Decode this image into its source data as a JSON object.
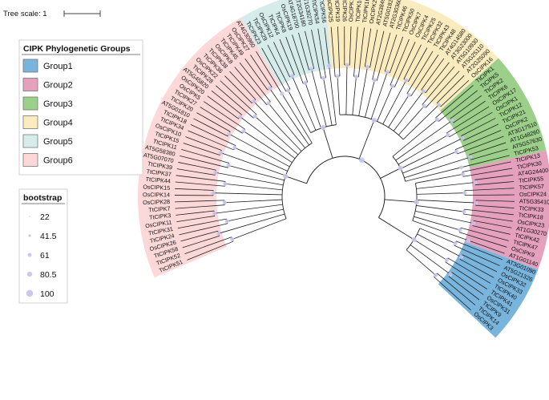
{
  "tree_scale": {
    "label": "Tree scale: 1"
  },
  "legend": {
    "title": "CIPK Phylogenetic Groups",
    "groups": [
      {
        "label": "Group1",
        "color": "#78b4dc"
      },
      {
        "label": "Group2",
        "color": "#e4a0bc"
      },
      {
        "label": "Group3",
        "color": "#9cd08a"
      },
      {
        "label": "Group4",
        "color": "#fbecc0"
      },
      {
        "label": "Group5",
        "color": "#d6ecea"
      },
      {
        "label": "Group6",
        "color": "#fcd8d8"
      }
    ]
  },
  "bootstrap": {
    "title": "bootstrap",
    "values": [
      "22",
      "41.5",
      "61",
      "80.5",
      "100"
    ],
    "node_color": "#c8c8f0"
  },
  "tips": [
    {
      "label": "TtCIPK51",
      "group": "Group6"
    },
    {
      "label": "TtCIPK52",
      "group": "Group6"
    },
    {
      "label": "TtCIPK58",
      "group": "Group6"
    },
    {
      "label": "OsCIPK26",
      "group": "Group6"
    },
    {
      "label": "TtCIPK24",
      "group": "Group6"
    },
    {
      "label": "TtCIPK31",
      "group": "Group6"
    },
    {
      "label": "OsCIPK11",
      "group": "Group6"
    },
    {
      "label": "TtCIPK3",
      "group": "Group6"
    },
    {
      "label": "TtCIPK7",
      "group": "Group6"
    },
    {
      "label": "OsCIPK28",
      "group": "Group6"
    },
    {
      "label": "OsCIPK14",
      "group": "Group6"
    },
    {
      "label": "OsCIPK15",
      "group": "Group6"
    },
    {
      "label": "TtCIPK44",
      "group": "Group6"
    },
    {
      "label": "TtCIPK37",
      "group": "Group6"
    },
    {
      "label": "TtCIPK39",
      "group": "Group6"
    },
    {
      "label": "AT5G07070",
      "group": "Group6"
    },
    {
      "label": "AT5G58380",
      "group": "Group6"
    },
    {
      "label": "TtCIPK11",
      "group": "Group6"
    },
    {
      "label": "TtCIPK15",
      "group": "Group6"
    },
    {
      "label": "OsCIPK10",
      "group": "Group6"
    },
    {
      "label": "TtCIPK34",
      "group": "Group6"
    },
    {
      "label": "TtCIPK18",
      "group": "Group6"
    },
    {
      "label": "AT5G01810",
      "group": "Group6"
    },
    {
      "label": "TtCIPK20",
      "group": "Group6"
    },
    {
      "label": "TtCIPK27",
      "group": "Group6"
    },
    {
      "label": "OsCIPK5",
      "group": "Group6"
    },
    {
      "label": "OsCIPK20",
      "group": "Group6"
    },
    {
      "label": "AT5G45820",
      "group": "Group6"
    },
    {
      "label": "TtCIPK28",
      "group": "Group6"
    },
    {
      "label": "OsCIPK22",
      "group": "Group6"
    },
    {
      "label": "TtCIPK36",
      "group": "Group6"
    },
    {
      "label": "TtCIPK38",
      "group": "Group6"
    },
    {
      "label": "OsCIPK8",
      "group": "Group6"
    },
    {
      "label": "TtCIPK45",
      "group": "Group6"
    },
    {
      "label": "TtCIPK49",
      "group": "Group6"
    },
    {
      "label": "OsCIPK27",
      "group": "Group6"
    },
    {
      "label": "AT4G30960",
      "group": "Group6"
    },
    {
      "label": "TtCIPK23",
      "group": "Group5"
    },
    {
      "label": "TtCIPK29",
      "group": "Group5"
    },
    {
      "label": "OsCIPK12",
      "group": "Group5"
    },
    {
      "label": "TtCIPK4",
      "group": "Group5"
    },
    {
      "label": "TtCIPK8",
      "group": "Group5"
    },
    {
      "label": "OsCIPK19",
      "group": "Group5"
    },
    {
      "label": "AT4G18700",
      "group": "Group5"
    },
    {
      "label": "AT2G34180",
      "group": "Group5"
    },
    {
      "label": "AT1G30270",
      "group": "Group5"
    },
    {
      "label": "TtCIPK54",
      "group": "Group5"
    },
    {
      "label": "TtCIPK56",
      "group": "Group5"
    },
    {
      "label": "OsCIPK25",
      "group": "Group4"
    },
    {
      "label": "TtCIPK19",
      "group": "Group4"
    },
    {
      "label": "TtCIPK26",
      "group": "Group4"
    },
    {
      "label": "OsCIPK13",
      "group": "Group4"
    },
    {
      "label": "TtCIPK10",
      "group": "Group4"
    },
    {
      "label": "TtCIPK16",
      "group": "Group4"
    },
    {
      "label": "OsCIPK29",
      "group": "Group4"
    },
    {
      "label": "AT2G38490",
      "group": "Group4"
    },
    {
      "label": "AT5G01820",
      "group": "Group4"
    },
    {
      "label": "AT2G30360",
      "group": "Group4"
    },
    {
      "label": "TtCIPK46",
      "group": "Group4"
    },
    {
      "label": "TtCIPK50",
      "group": "Group4"
    },
    {
      "label": "OsCIPK7",
      "group": "Group4"
    },
    {
      "label": "OsCIPK4",
      "group": "Group4"
    },
    {
      "label": "TtCIPK25",
      "group": "Group4"
    },
    {
      "label": "TtCIPK32",
      "group": "Group4"
    },
    {
      "label": "TtCIPK43",
      "group": "Group4"
    },
    {
      "label": "TtCIPK48",
      "group": "Group4"
    },
    {
      "label": "AT4G14580",
      "group": "Group4"
    },
    {
      "label": "AT3G23000",
      "group": "Group4"
    },
    {
      "label": "AT5G10930",
      "group": "Group4"
    },
    {
      "label": "AT5G25110",
      "group": "Group4"
    },
    {
      "label": "AT2G25090",
      "group": "Group4"
    },
    {
      "label": "OsCIPK16",
      "group": "Group4"
    },
    {
      "label": "TtCIPK1",
      "group": "Group3"
    },
    {
      "label": "TtCIPK5",
      "group": "Group3"
    },
    {
      "label": "TtCIPK2",
      "group": "Group3"
    },
    {
      "label": "TtCIPK6",
      "group": "Group3"
    },
    {
      "label": "OsCIPK17",
      "group": "Group3"
    },
    {
      "label": "OsCIPK1",
      "group": "Group3"
    },
    {
      "label": "TtCIPK12",
      "group": "Group3"
    },
    {
      "label": "TtCIPK21",
      "group": "Group3"
    },
    {
      "label": "OsCIPK2",
      "group": "Group3"
    },
    {
      "label": "AT3G17510",
      "group": "Group3"
    },
    {
      "label": "AT1G48260",
      "group": "Group3"
    },
    {
      "label": "AT5G57630",
      "group": "Group3"
    },
    {
      "label": "TtCIPK53",
      "group": "Group3"
    },
    {
      "label": "TtCIPK13",
      "group": "Group2"
    },
    {
      "label": "TtCIPK30",
      "group": "Group2"
    },
    {
      "label": "AT4G24400",
      "group": "Group2"
    },
    {
      "label": "TtCIPK55",
      "group": "Group2"
    },
    {
      "label": "TtCIPK57",
      "group": "Group2"
    },
    {
      "label": "OsCIPK24",
      "group": "Group2"
    },
    {
      "label": "AT5G35410",
      "group": "Group2"
    },
    {
      "label": "TtCIPK33",
      "group": "Group2"
    },
    {
      "label": "TtCIPK18",
      "group": "Group2"
    },
    {
      "label": "OsCIPK23",
      "group": "Group2"
    },
    {
      "label": "AT1G30270",
      "group": "Group2"
    },
    {
      "label": "TtCIPK42",
      "group": "Group2"
    },
    {
      "label": "TtCIPK47",
      "group": "Group2"
    },
    {
      "label": "OsCIPK9",
      "group": "Group2"
    },
    {
      "label": "AT1G01140",
      "group": "Group2"
    },
    {
      "label": "AT3G01090",
      "group": "Group1"
    },
    {
      "label": "AT5G21326",
      "group": "Group1"
    },
    {
      "label": "OsCIPK32",
      "group": "Group1"
    },
    {
      "label": "OsCIPK33",
      "group": "Group1"
    },
    {
      "label": "TtCIPK40",
      "group": "Group1"
    },
    {
      "label": "TtCIPK41",
      "group": "Group1"
    },
    {
      "label": "OsCIPK31",
      "group": "Group1"
    },
    {
      "label": "TtCIPK9",
      "group": "Group1"
    },
    {
      "label": "TtCIPK14",
      "group": "Group1"
    },
    {
      "label": "OsCIPK3",
      "group": "Group1"
    }
  ]
}
